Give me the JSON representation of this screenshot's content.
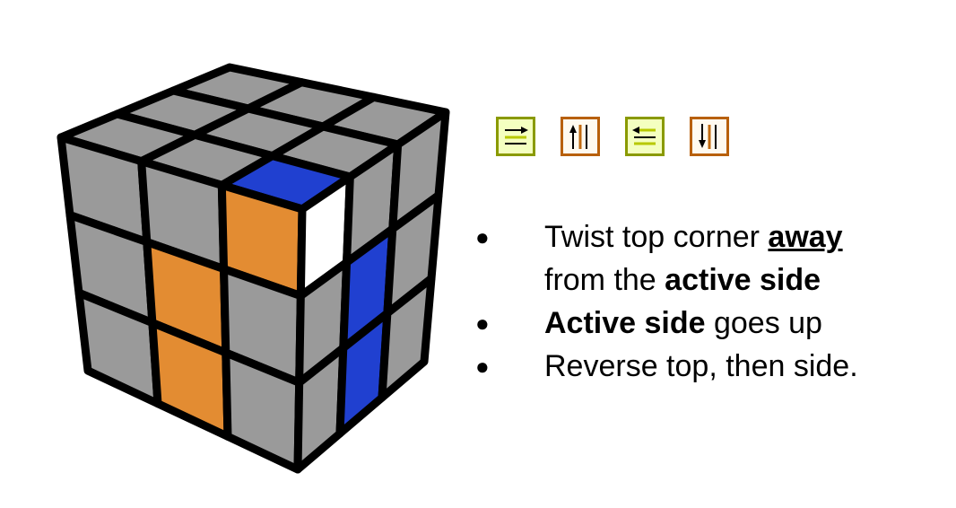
{
  "colors": {
    "gray": "#9a9a9a",
    "orange": "#e38c32",
    "blue": "#2040d0",
    "white": "#ffffff",
    "edge": "#000000",
    "green_border": "#8a9a00",
    "green_fill": "#f4ffc0",
    "orange_border": "#b8600c",
    "orange_fill": "#fffaf0"
  },
  "cube": {
    "top": [
      [
        "gray",
        "gray",
        "gray"
      ],
      [
        "gray",
        "gray",
        "gray"
      ],
      [
        "gray",
        "gray",
        "blue"
      ]
    ],
    "front": [
      [
        "gray",
        "gray",
        "orange"
      ],
      [
        "gray",
        "orange",
        "gray"
      ],
      [
        "gray",
        "orange",
        "gray"
      ]
    ],
    "right": [
      [
        "white",
        "gray",
        "gray"
      ],
      [
        "gray",
        "blue",
        "gray"
      ],
      [
        "gray",
        "blue",
        "gray"
      ]
    ]
  },
  "icons": [
    {
      "name": "move-right-top-row-icon",
      "style": "green"
    },
    {
      "name": "move-left-column-up-icon",
      "style": "orange"
    },
    {
      "name": "move-left-top-row-icon",
      "style": "green"
    },
    {
      "name": "move-left-column-down-icon",
      "style": "orange"
    }
  ],
  "bullets": {
    "b1_pre": "Twist top corner ",
    "b1_away": "away",
    "b1_mid": "from the ",
    "b1_bold": "active side",
    "b2_bold": "Active side",
    "b2_rest": " goes up",
    "b3": "Reverse top, then side."
  },
  "bullet_char": "●"
}
